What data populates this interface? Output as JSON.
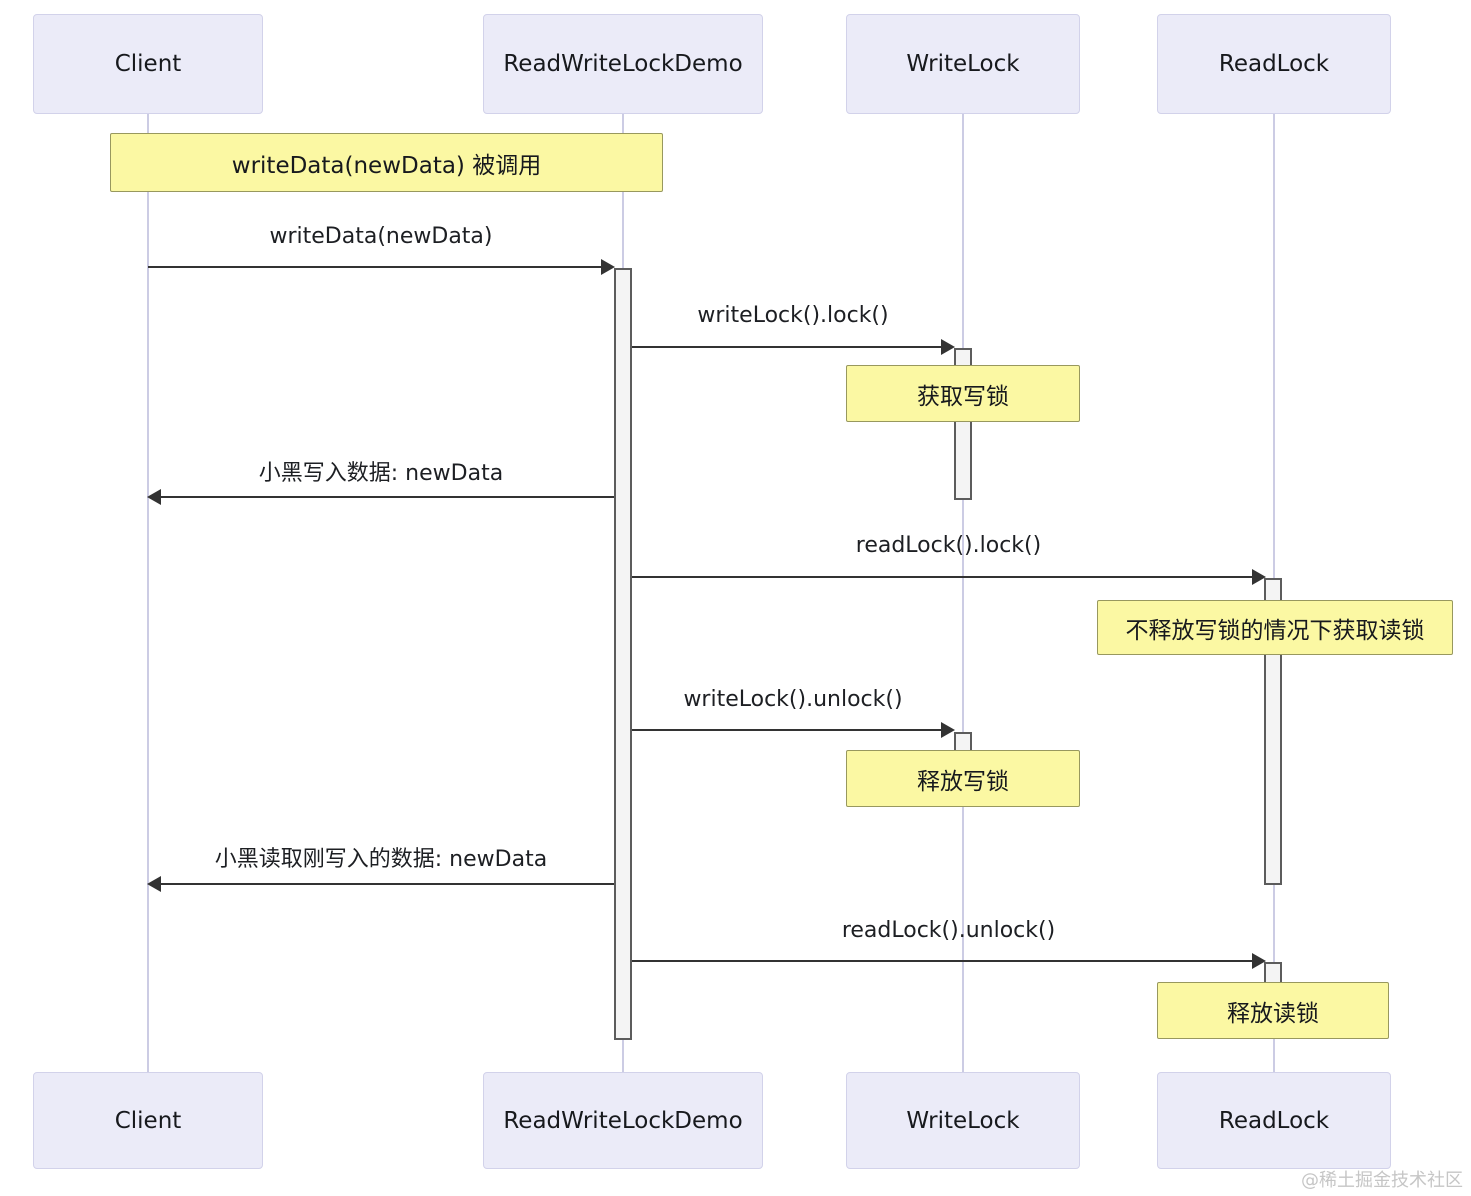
{
  "diagram": {
    "type": "sequence-diagram",
    "actors": [
      {
        "name": "Client"
      },
      {
        "name": "ReadWriteLockDemo"
      },
      {
        "name": "WriteLock"
      },
      {
        "name": "ReadLock"
      }
    ],
    "messages": [
      {
        "from": "Client",
        "to": "ReadWriteLockDemo",
        "text": "writeData(newData)",
        "direction": "right"
      },
      {
        "from": "ReadWriteLockDemo",
        "to": "WriteLock",
        "text": "writeLock().lock()",
        "direction": "right"
      },
      {
        "from": "ReadWriteLockDemo",
        "to": "Client",
        "text": "小黑写入数据: newData",
        "direction": "left"
      },
      {
        "from": "ReadWriteLockDemo",
        "to": "ReadLock",
        "text": "readLock().lock()",
        "direction": "right"
      },
      {
        "from": "ReadWriteLockDemo",
        "to": "WriteLock",
        "text": "writeLock().unlock()",
        "direction": "right"
      },
      {
        "from": "ReadWriteLockDemo",
        "to": "Client",
        "text": "小黑读取刚写入的数据: newData",
        "direction": "left"
      },
      {
        "from": "ReadWriteLockDemo",
        "to": "ReadLock",
        "text": "readLock().unlock()",
        "direction": "right"
      }
    ],
    "notes": [
      {
        "over": "Client,ReadWriteLockDemo",
        "text": "writeData(newData) 被调用"
      },
      {
        "over": "WriteLock",
        "text": "获取写锁"
      },
      {
        "over": "ReadLock",
        "text": "不释放写锁的情况下获取读锁"
      },
      {
        "over": "WriteLock",
        "text": "释放写锁"
      },
      {
        "over": "ReadLock",
        "text": "释放读锁"
      }
    ],
    "watermark": "@稀土掘金技术社区",
    "colors": {
      "actor_fill": "#ebebf8",
      "actor_border": "#d2d2ea",
      "lifeline": "#ccccE4",
      "note_fill": "#fbf8a3",
      "note_border": "#98985e",
      "activation_fill": "#f4f4f4",
      "activation_border": "#5c5c5c",
      "message_line": "#333333",
      "text": "#17191d",
      "watermark": "#c6c6c6"
    }
  }
}
